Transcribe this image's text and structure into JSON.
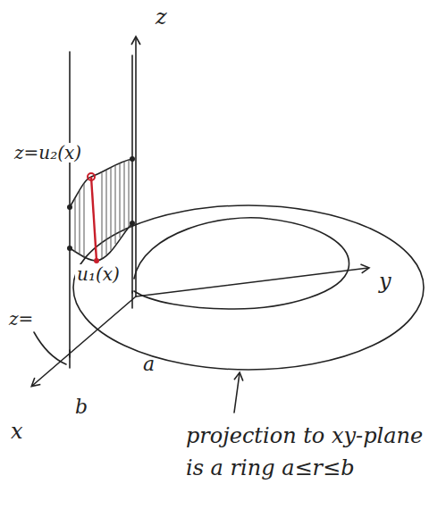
{
  "diagram": {
    "labels": [
      "z",
      "y",
      "x",
      "z=u₂(x)",
      "u₁(x)",
      "z=",
      "a",
      "b",
      "projection to xy-plane is a ring a≤r≤b"
    ]
  }
}
